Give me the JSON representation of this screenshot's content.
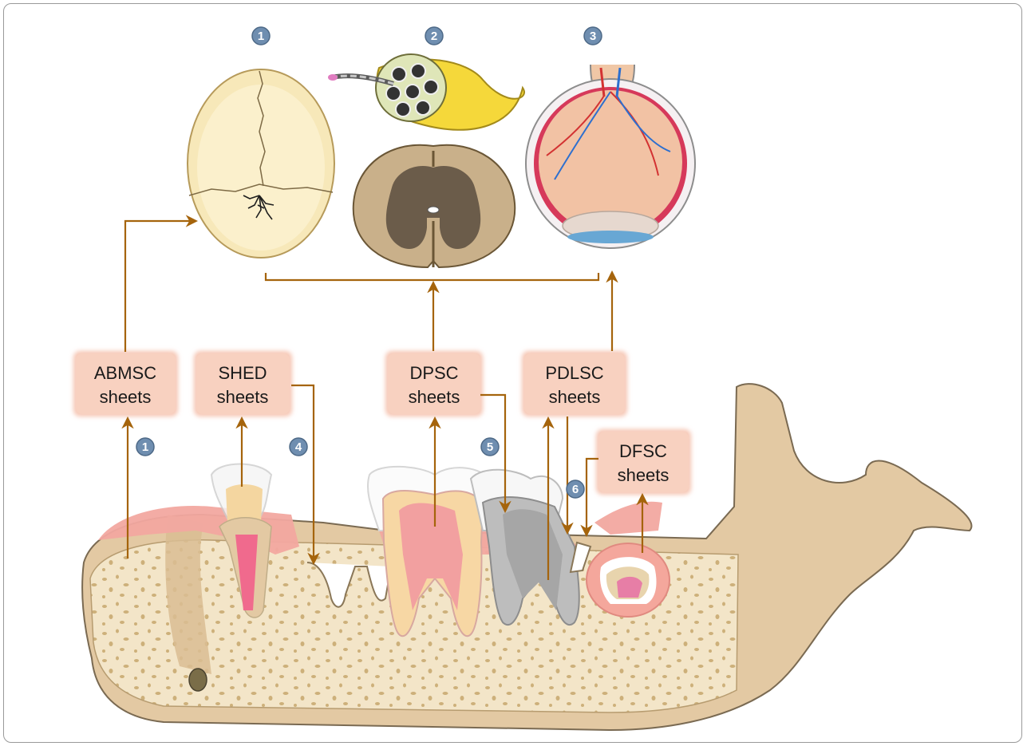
{
  "markers": {
    "m1": "1",
    "m2": "2",
    "m3": "3",
    "m4": "4",
    "m5": "5",
    "m6": "6"
  },
  "boxes": {
    "abmsc": {
      "line1": "ABMSC",
      "line2": "sheets"
    },
    "shed": {
      "line1": "SHED",
      "line2": "sheets"
    },
    "dpsc": {
      "line1": "DPSC",
      "line2": "sheets"
    },
    "pdlsc": {
      "line1": "PDLSC",
      "line2": "sheets"
    },
    "dfsc": {
      "line1": "DFSC",
      "line2": "sheets"
    }
  },
  "colors": {
    "arrow": "#a5640c",
    "box": "#f6c6b4",
    "marker": "#6f8eb0",
    "bone": "#f3e5c8",
    "gum": "#f2a8a0",
    "jaw": "#e3c9a3"
  }
}
